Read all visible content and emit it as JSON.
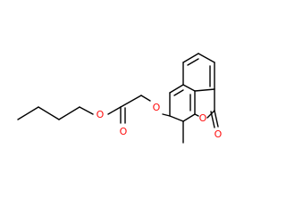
{
  "structure": {
    "atoms": [
      {
        "id": "O-ester",
        "label": "O",
        "color": "#ff0d0d"
      },
      {
        "id": "O-carbonyl-ester",
        "label": "O",
        "color": "#ff0d0d"
      },
      {
        "id": "O-ether",
        "label": "O",
        "color": "#ff0d0d"
      },
      {
        "id": "O-ring",
        "label": "O",
        "color": "#ff0d0d"
      },
      {
        "id": "O-lactone-carbonyl",
        "label": "O",
        "color": "#ff0d0d"
      }
    ],
    "bond_color": "#000000"
  }
}
